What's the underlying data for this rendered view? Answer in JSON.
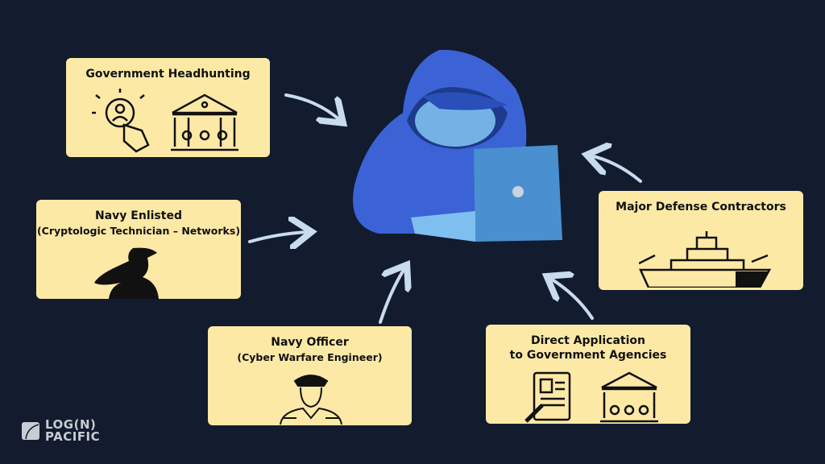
{
  "nodes": {
    "headhunting": {
      "title": "Government Headhunting"
    },
    "enlisted": {
      "title": "Navy Enlisted",
      "subtitle": "(Cryptologic Technician – Networks)"
    },
    "officer": {
      "title": "Navy Officer",
      "subtitle": "(Cyber Warfare Engineer)"
    },
    "direct": {
      "title": "Direct Application",
      "subtitle": "to Government Agencies"
    },
    "contractors": {
      "title": "Major Defense Contractors"
    }
  },
  "logo": {
    "line1": "LOG(N)",
    "line2": "PACIFIC"
  },
  "colors": {
    "background": "#121c2e",
    "box": "#fde9a6",
    "arrow": "#c9dcef",
    "figure": "#3b63d6"
  }
}
